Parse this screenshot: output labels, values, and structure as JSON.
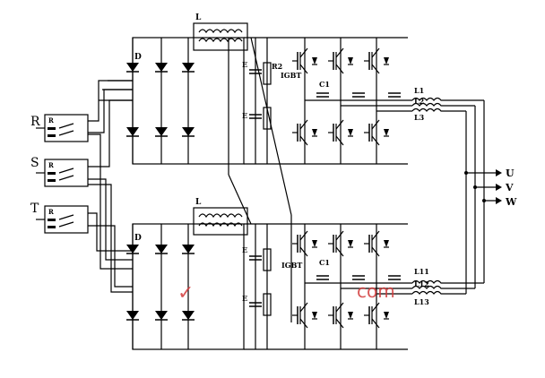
{
  "inputs": [
    "R",
    "S",
    "T"
  ],
  "relay_label": "R",
  "inductor_label": "L",
  "diode_label": "D",
  "cap_label": "E",
  "resistor_label": "R2",
  "igbt_label": "IGBT",
  "snubber_cap_label": "C1",
  "upper_filter_labels": [
    "L1",
    "L2",
    "L3"
  ],
  "lower_filter_labels": [
    "L11",
    "L12",
    "L13"
  ],
  "outputs": [
    "U",
    "V",
    "W"
  ],
  "watermark": "com"
}
